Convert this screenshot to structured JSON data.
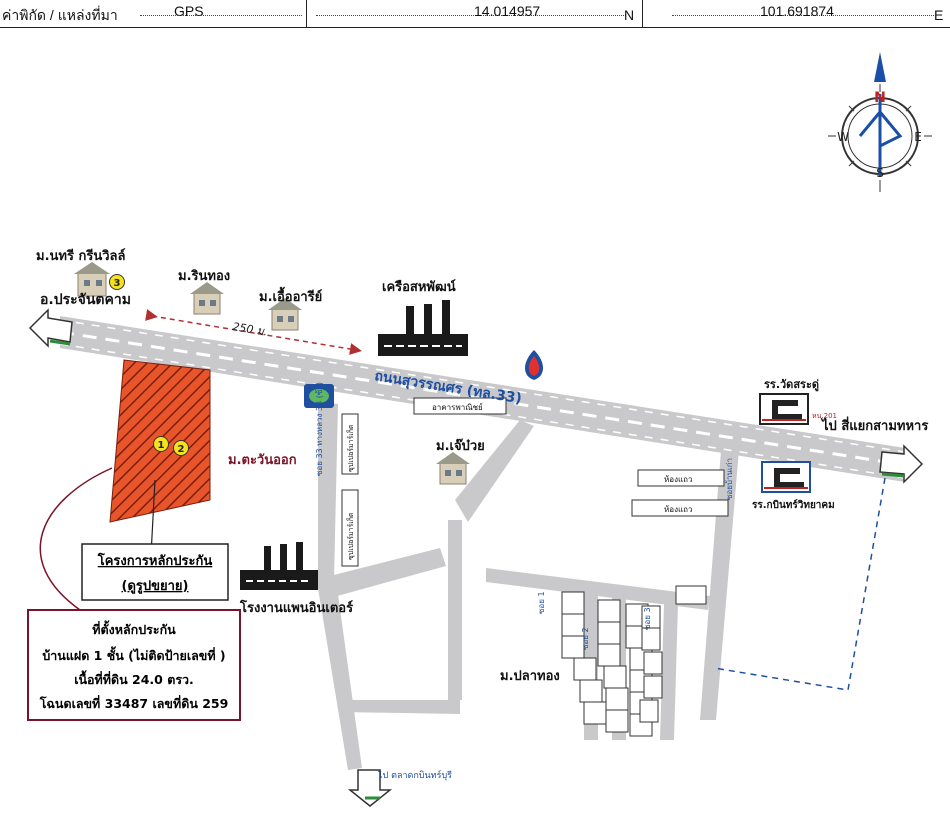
{
  "header": {
    "coord_label": "ค่าพิกัด / แหล่งที่มา",
    "source": "GPS",
    "latitude": "14.014957",
    "lat_suffix": "N",
    "longitude": "101.691874",
    "lon_suffix": "E"
  },
  "compass": {
    "n": "N",
    "e": "E",
    "s": "S",
    "w": "W"
  },
  "labels": {
    "village_greenville": "ม.นทรี กรีนวิลล์",
    "village_rinthong": "ม.ริน​ทอง",
    "village_uea_aree": "ม.เอื้ออารีย์",
    "factory_group": "เครือสหพัฒน์",
    "to_prachantakham": "อ.ประจันตคาม",
    "distance": "250 ม.",
    "main_road": "ถนนสุวรรณศร (ทล.33)",
    "school_watsra": "รร.วัดสระดู่",
    "to_intersection": "ไป สี่แยกสามทหาร",
    "school_kabin": "รร.กบินทร์วิทยาคม",
    "village_tawan_ok": "ม.ตะวันออก",
    "village_je_buay": "ม.เจ๊บ๋วย",
    "commercial_building": "อาคารพาณิชย์",
    "shophouse1": "ห้องแถว",
    "shophouse2": "ห้องแถว",
    "project_label": "โครงการหลักประกัน",
    "see_enlarged": "(ดูรูปขยาย)",
    "factory_pan": "โรงงานแพนอินเตอร์",
    "village_plathong": "ม.ปลาทอง",
    "to_market": "ไป ตลาดกบินทร์บุรี",
    "school_code": "หน.201",
    "soi_left": "ซอย 33 ทางหลวง 33 (ซ้ย)",
    "soi_a": "ซุปเปอร์มาร์เก็ต",
    "soi_b": "ซุปเปอร์มาร์เก็ต",
    "soi_right": "ซอยบ้านเก่า",
    "soi_small1": "ซอย 3",
    "soi_small2": "ซอย 2",
    "soi_small3": "ซอย 1"
  },
  "markers": [
    "1",
    "2",
    "3"
  ],
  "info_box": {
    "line1": "ที่ตั้งหลักประกัน",
    "line2": "บ้านแฝด 1 ชั้น (ไม่ติดป้ายเลขที่ )",
    "line3": "เนื้อที่ที่ดิน 24.0 ตรว.",
    "line4": "โฉนดเลขที่  33487 เลขที่ดิน 259"
  },
  "colors": {
    "parcel": "#e8552a",
    "hatch": "#7a1e0e",
    "road": "#c9c9cb",
    "arrow_green": "#2e8b3a",
    "river_blue": "#1f4fa0",
    "maroon": "#7a1428",
    "compass_blue": "#1a4fa8"
  }
}
